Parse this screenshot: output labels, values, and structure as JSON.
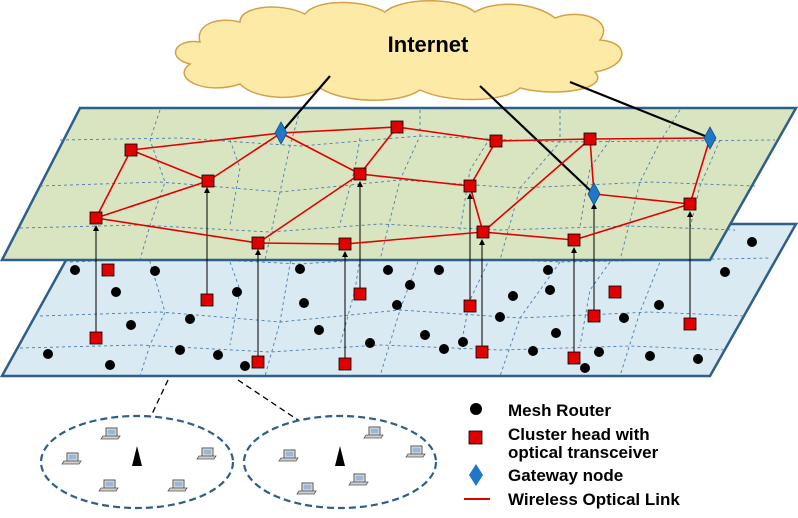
{
  "cloud": {
    "label": "Internet"
  },
  "legend": {
    "items": [
      {
        "key": "mesh-router",
        "lines": [
          "Mesh Router"
        ]
      },
      {
        "key": "cluster-head",
        "lines": [
          "Cluster head with",
          "optical transceiver"
        ]
      },
      {
        "key": "gateway",
        "lines": [
          "Gateway node"
        ]
      },
      {
        "key": "optical-link",
        "lines": [
          "Wireless Optical Link"
        ]
      }
    ]
  },
  "colors": {
    "upper_plane": "#d9e5c0",
    "lower_plane": "#daeaf2",
    "plane_border": "#2e5f8a",
    "cluster_head": "#e00000",
    "gateway": "#1f77c8",
    "optical_link": "#e00000",
    "cloud_fill": "#fdeaa6",
    "cloud_stroke": "#d2a24a"
  }
}
